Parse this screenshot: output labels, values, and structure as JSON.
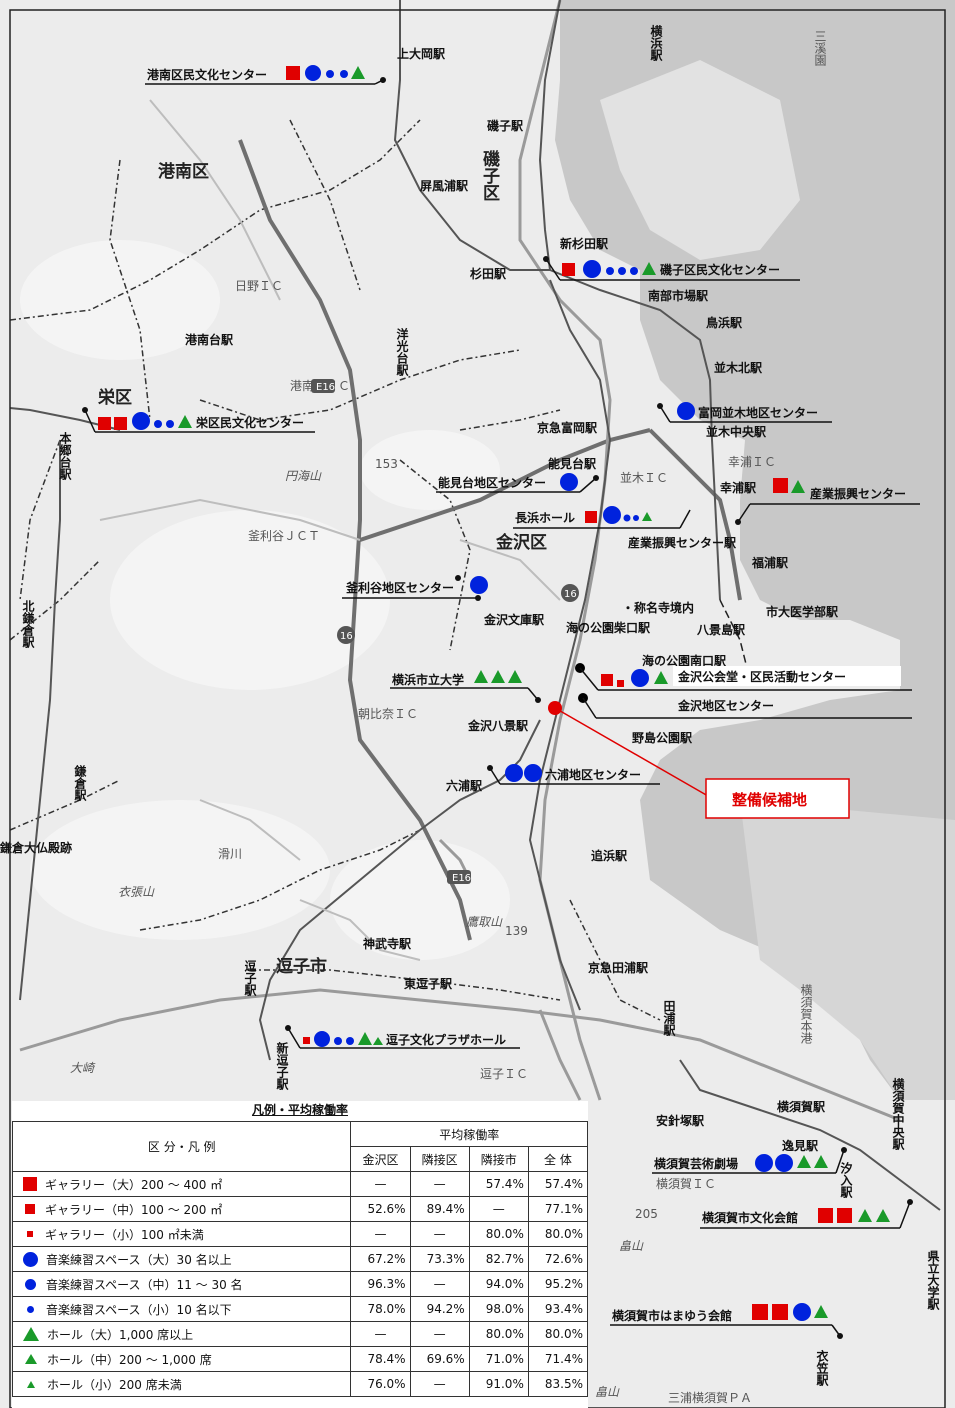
{
  "areas": {
    "konan": "港南区",
    "sakae": "栄区",
    "isogo": "磯子区",
    "kanazawa": "金沢区",
    "zushi": "逗子市"
  },
  "stations": {
    "kamiooka": "上大岡駅",
    "isogo": "磯子駅",
    "byobugaura": "屏風浦駅",
    "shinsugita": "新杉田駅",
    "sugita": "杉田駅",
    "nanbu_shijo": "南部市場駅",
    "torihama": "鳥浜駅",
    "namiki_kita": "並木北駅",
    "namiki_chuo": "並木中央駅",
    "yokohama_top": "横浜駅",
    "konandai": "港南台駅",
    "yokodai": "洋光台駅",
    "hongodai": "本郷台駅",
    "keikyu_tomioka": "京急富岡駅",
    "nokendai": "能見台駅",
    "sachiura": "幸浦駅",
    "sangyo_shinko": "産業振興センター駅",
    "fukuura": "福浦駅",
    "shidai_igakubu": "市大医学部駅",
    "kanazawa_bunko": "金沢文庫駅",
    "uminokoen_shibaguchi": "海の公園柴口駅",
    "hakkeijima": "八景島駅",
    "uminokoen_minamiguchi": "海の公園南口駅",
    "kanazawa_hakkei": "金沢八景駅",
    "nojimakoen": "野島公園駅",
    "mutsuura": "六浦駅",
    "oppama": "追浜駅",
    "kitakamakura": "北鎌倉駅",
    "kamakura": "鎌倉駅",
    "jimmuji": "神武寺駅",
    "zushi": "逗子駅",
    "higashi_zushi": "東逗子駅",
    "shin_zushi": "新逗子駅",
    "keikyu_taura": "京急田浦駅",
    "taura": "田浦駅",
    "anjinzuka": "安針塚駅",
    "yokosuka": "横須賀駅",
    "hemi": "逸見駅",
    "yokosuka_chuo": "横須賀中央駅",
    "shioiri": "汐入駅",
    "kenritsu_daigaku": "県立大学駅",
    "kinugasa": "衣笠駅"
  },
  "places": {
    "hino_ic": "日野ＩＣ",
    "konandai_ic": "港南台ＩＣ",
    "enkaizan": "円海山",
    "kamariya_jct": "釜利谷ＪＣＴ",
    "sachiura_ic": "幸浦ＩＣ",
    "namiki_ic": "並木ＩＣ",
    "asahina_ic": "朝比奈ＩＣ",
    "shomyoji": "・称名寺境内",
    "daibutsu": "鎌倉大仏殿跡",
    "namerikawa": "滑川",
    "kinugasayama": "衣張山",
    "takatoriyama": "鷹取山",
    "ozaki": "大崎",
    "zushi_ic": "逗子ＩＣ",
    "yokosuka_ic": "横須賀ＩＣ",
    "takatoriyama2": "畠山",
    "hatakeyama": "畠山",
    "yokosuka_pa": "三浦横須賀ＰＡ",
    "misawa": "三溪園",
    "yokosuka_kou": "横須賀本港",
    "route_16a": "16",
    "route_16b": "16",
    "route_e16a": "E16",
    "route_e16b": "E16",
    "route_153": "153",
    "route_139": "139",
    "route_205": "205"
  },
  "facilities": {
    "konan": "港南区民文化センター",
    "isogo": "磯子区民文化センター",
    "tomioka_namiki": "富岡並木地区センター",
    "sakae": "栄区民文化センター",
    "nokendai": "能見台地区センター",
    "nagahama": "長浜ホール",
    "sangyo": "産業振興センター",
    "kamariya": "釜利谷地区センター",
    "shiritsu_daigaku": "横浜市立大学",
    "kanazawa_kokaido": "金沢公会堂・区民活動センター",
    "kanazawa_chiku": "金沢地区センター",
    "mutsuura": "六浦地区センター",
    "zushi": "逗子文化プラザホール",
    "yokosuka_geijutsu": "横須賀芸術劇場",
    "yokosuka_bunka": "横須賀市文化会館",
    "yokosuka_hamayu": "横須賀市はまゆう会館"
  },
  "candidate": "整備候補地",
  "legend": {
    "title": "凡例・平均稼働率",
    "header_category": "区 分・凡 例",
    "header_rate": "平均稼働率",
    "columns": [
      "金沢区",
      "隣接区",
      "隣接市",
      "全 体"
    ],
    "rows": [
      {
        "symbol": "square-large",
        "label": "ギャラリー（大）200 ～ 400 ㎡",
        "values": [
          "—",
          "—",
          "57.4%",
          "57.4%"
        ]
      },
      {
        "symbol": "square-medium",
        "label": "ギャラリー（中）100 ～ 200 ㎡",
        "values": [
          "52.6%",
          "89.4%",
          "—",
          "77.1%"
        ]
      },
      {
        "symbol": "square-small",
        "label": "ギャラリー（小）100 ㎡未満",
        "values": [
          "—",
          "—",
          "80.0%",
          "80.0%"
        ]
      },
      {
        "symbol": "circle-large",
        "label": "音楽練習スペース（大）30 名以上",
        "values": [
          "67.2%",
          "73.3%",
          "82.7%",
          "72.6%"
        ]
      },
      {
        "symbol": "circle-medium",
        "label": "音楽練習スペース（中）11 ～ 30 名",
        "values": [
          "96.3%",
          "—",
          "94.0%",
          "95.2%"
        ]
      },
      {
        "symbol": "circle-small",
        "label": "音楽練習スペース（小）10 名以下",
        "values": [
          "78.0%",
          "94.2%",
          "98.0%",
          "93.4%"
        ]
      },
      {
        "symbol": "triangle-large",
        "label": "ホール（大）1,000 席以上",
        "values": [
          "—",
          "—",
          "80.0%",
          "80.0%"
        ]
      },
      {
        "symbol": "triangle-medium",
        "label": "ホール（中）200 ～ 1,000 席",
        "values": [
          "78.4%",
          "69.6%",
          "71.0%",
          "71.4%"
        ]
      },
      {
        "symbol": "triangle-small",
        "label": "ホール（小）200 席未満",
        "values": [
          "76.0%",
          "—",
          "91.0%",
          "83.5%"
        ]
      }
    ]
  },
  "colors": {
    "gallery": "#e00000",
    "music": "#0022dd",
    "hall": "#1a9a2a",
    "sea": "#c9c9c9",
    "land": "#ededed",
    "rail": "#8a8a8a"
  }
}
